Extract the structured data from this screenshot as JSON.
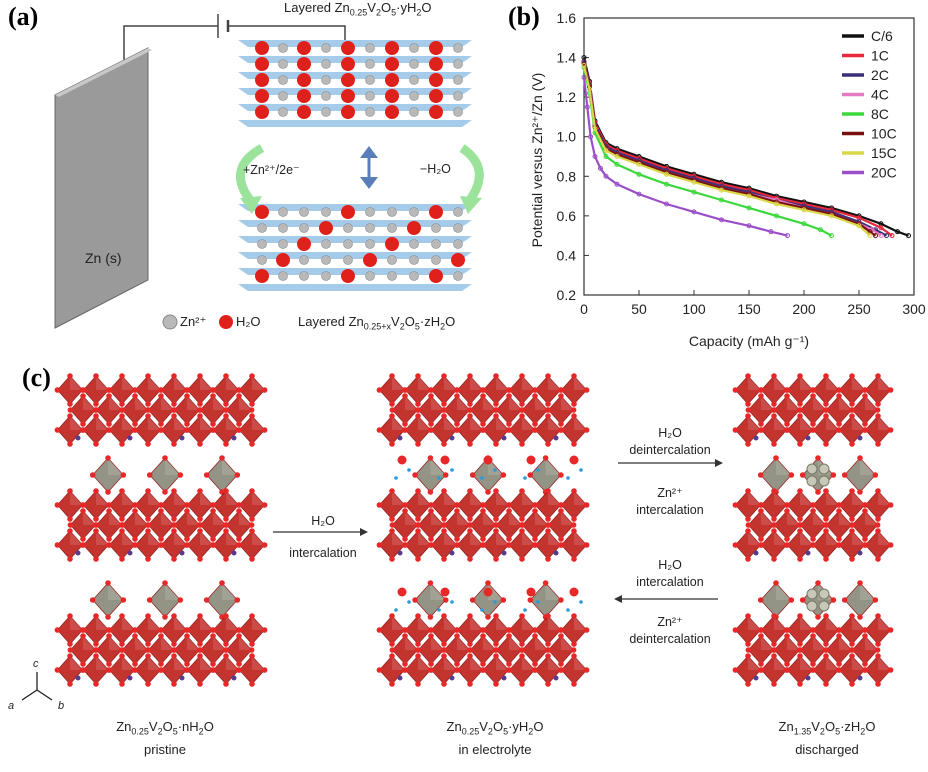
{
  "panels": {
    "a_label": "(a)",
    "b_label": "(b)",
    "c_label": "(c)"
  },
  "panel_a": {
    "top_layer_label": "Layered Zn0.25V2O5·yH2O",
    "top_layer_parts": [
      "Layered Zn",
      "0.25",
      "V",
      "2",
      "O",
      "5",
      "·yH",
      "2",
      "O"
    ],
    "bottom_layer_parts": [
      "Layered Zn",
      "0.25+x",
      "V",
      "2",
      "O",
      "5",
      "·zH",
      "2",
      "O"
    ],
    "electrode_label": "Zn (s)",
    "left_arrow_label": "+Zn²⁺/2e⁻",
    "right_arrow_label": "−H₂O",
    "legend_zn": "Zn²⁺",
    "legend_h2o": "H₂O",
    "colors": {
      "zn_ion": "#b9b9b9",
      "water": "#e0201a",
      "layer": "#5aa0d8",
      "electrode": "#9a9a9a",
      "arrow": "#9be39b"
    }
  },
  "panel_b": {
    "chart_data": {
      "type": "line",
      "xlabel": "Capacity (mAh g⁻¹)",
      "ylabel": "Potential versus Zn²⁺/Zn (V)",
      "xlim": [
        0,
        300
      ],
      "ylim": [
        0.2,
        1.6
      ],
      "xticks": [
        "0",
        "50",
        "100",
        "150",
        "200",
        "250",
        "300"
      ],
      "yticks": [
        "0.2",
        "0.4",
        "0.6",
        "0.8",
        "1.0",
        "1.2",
        "1.4",
        "1.6"
      ],
      "legend_position": "top-right",
      "series": [
        {
          "name": "C/6",
          "color": "#111111",
          "x": [
            0,
            5,
            10,
            20,
            30,
            50,
            75,
            100,
            125,
            150,
            175,
            200,
            225,
            250,
            270,
            285,
            295
          ],
          "y": [
            1.4,
            1.28,
            1.08,
            0.97,
            0.94,
            0.9,
            0.85,
            0.81,
            0.77,
            0.74,
            0.7,
            0.67,
            0.64,
            0.6,
            0.56,
            0.52,
            0.5
          ]
        },
        {
          "name": "1C",
          "color": "#e8283c",
          "x": [
            0,
            5,
            10,
            20,
            30,
            50,
            75,
            100,
            125,
            150,
            175,
            200,
            225,
            250,
            270,
            280
          ],
          "y": [
            1.38,
            1.27,
            1.07,
            0.96,
            0.93,
            0.89,
            0.84,
            0.8,
            0.76,
            0.73,
            0.69,
            0.66,
            0.63,
            0.59,
            0.54,
            0.5
          ]
        },
        {
          "name": "2C",
          "color": "#3b2f78",
          "x": [
            0,
            5,
            10,
            20,
            30,
            50,
            75,
            100,
            125,
            150,
            175,
            200,
            225,
            250,
            265,
            275
          ],
          "y": [
            1.38,
            1.26,
            1.06,
            0.95,
            0.92,
            0.88,
            0.83,
            0.79,
            0.75,
            0.72,
            0.68,
            0.65,
            0.62,
            0.57,
            0.53,
            0.5
          ]
        },
        {
          "name": "4C",
          "color": "#e77cc4",
          "x": [
            0,
            5,
            10,
            20,
            30,
            50,
            75,
            100,
            125,
            150,
            175,
            200,
            225,
            250,
            262,
            270
          ],
          "y": [
            1.37,
            1.25,
            1.05,
            0.94,
            0.91,
            0.87,
            0.82,
            0.78,
            0.74,
            0.71,
            0.68,
            0.64,
            0.61,
            0.56,
            0.53,
            0.5
          ]
        },
        {
          "name": "8C",
          "color": "#3cd83c",
          "x": [
            0,
            5,
            10,
            20,
            30,
            50,
            75,
            100,
            125,
            150,
            175,
            200,
            215,
            225
          ],
          "y": [
            1.35,
            1.22,
            1.02,
            0.9,
            0.86,
            0.81,
            0.76,
            0.72,
            0.68,
            0.64,
            0.6,
            0.56,
            0.53,
            0.5
          ]
        },
        {
          "name": "10C",
          "color": "#7a1010",
          "x": [
            0,
            5,
            10,
            20,
            30,
            50,
            75,
            100,
            125,
            150,
            175,
            200,
            225,
            250,
            260,
            265
          ],
          "y": [
            1.37,
            1.25,
            1.05,
            0.94,
            0.91,
            0.87,
            0.82,
            0.78,
            0.74,
            0.71,
            0.67,
            0.64,
            0.61,
            0.56,
            0.52,
            0.5
          ]
        },
        {
          "name": "15C",
          "color": "#d8d84a",
          "x": [
            0,
            5,
            10,
            20,
            30,
            50,
            75,
            100,
            125,
            150,
            175,
            200,
            225,
            250,
            260
          ],
          "y": [
            1.36,
            1.24,
            1.04,
            0.93,
            0.9,
            0.86,
            0.81,
            0.77,
            0.73,
            0.7,
            0.66,
            0.63,
            0.6,
            0.55,
            0.5
          ]
        },
        {
          "name": "20C",
          "color": "#9a4fc8",
          "x": [
            0,
            3,
            6,
            10,
            15,
            20,
            30,
            50,
            75,
            100,
            125,
            150,
            170,
            185
          ],
          "y": [
            1.3,
            1.15,
            1.0,
            0.9,
            0.84,
            0.8,
            0.76,
            0.71,
            0.66,
            0.62,
            0.58,
            0.55,
            0.52,
            0.5
          ]
        }
      ]
    }
  },
  "panel_c": {
    "structure_1_formula": [
      "Zn",
      "0.25",
      "V",
      "2",
      "O",
      "5",
      "·nH",
      "2",
      "O"
    ],
    "structure_1_state": "pristine",
    "structure_2_formula": [
      "Zn",
      "0.25",
      "V",
      "2",
      "O",
      "5",
      "·yH",
      "2",
      "O"
    ],
    "structure_2_state": "in electrolyte",
    "structure_3_formula": [
      "Zn",
      "1.35",
      "V",
      "2",
      "O",
      "5",
      "·zH",
      "2",
      "O"
    ],
    "structure_3_state": "discharged",
    "arrow_1_top": "H₂O",
    "arrow_1_bottom": "intercalation",
    "arrow_2_top_1": "H₂O",
    "arrow_2_top_2": "deintercalation",
    "arrow_2_bottom_1": "Zn²⁺",
    "arrow_2_bottom_2": "intercalation",
    "arrow_3_top_1": "H₂O",
    "arrow_3_top_2": "intercalation",
    "arrow_3_bottom_1": "Zn²⁺",
    "arrow_3_bottom_2": "deintercalation",
    "axis_a": "a",
    "axis_b": "b",
    "axis_c": "c",
    "colors": {
      "octa_red": "#c0231e",
      "octa_dark": "#8a1410",
      "octa_gray": "#8b8b7c",
      "oxygen": "#e82828",
      "vanadium": "#5a3a8a",
      "water_dot": "#2a9ad8"
    }
  }
}
